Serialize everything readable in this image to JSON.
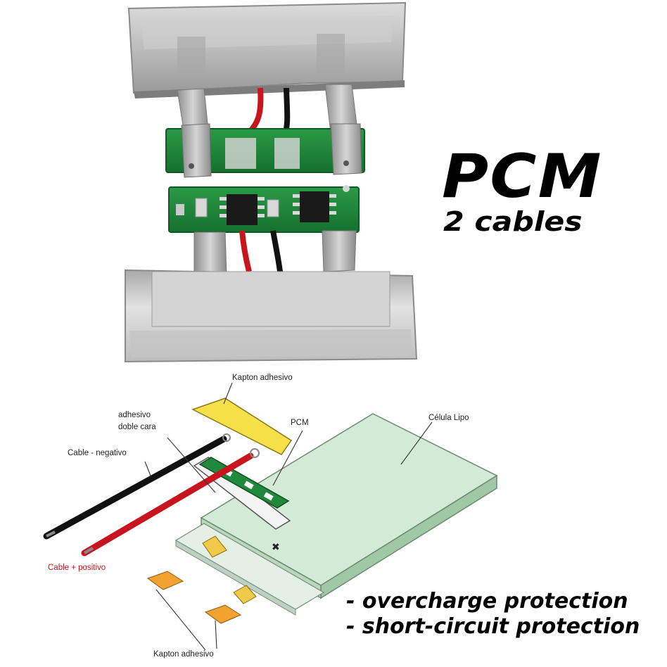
{
  "headline": {
    "title": "PCM",
    "subtitle": "2 cables"
  },
  "features": [
    "- overcharge protection",
    "- short-circuit protection"
  ],
  "diagram": {
    "labels": {
      "kapton_top": "Kapton adhesivo",
      "adhesive_line1": "adhesivo",
      "adhesive_line2": "doble cara",
      "pcm": "PCM",
      "cell": "Célula Lipo",
      "cable_negative": "Cable - negativo",
      "cable_positive": "Cable + positivo",
      "kapton_bottom": "Kapton adhesivo"
    }
  },
  "colors": {
    "pcb_green": "#1f8a3c",
    "wire_red": "#c8141c",
    "wire_black": "#111111",
    "kapton_yellow": "#f5e04a",
    "kapton_orange": "#f2a22e",
    "cell_green": "#c9e7cf",
    "foil_silver": "#c9c9c9",
    "positive_label_red": "#c0161a"
  }
}
